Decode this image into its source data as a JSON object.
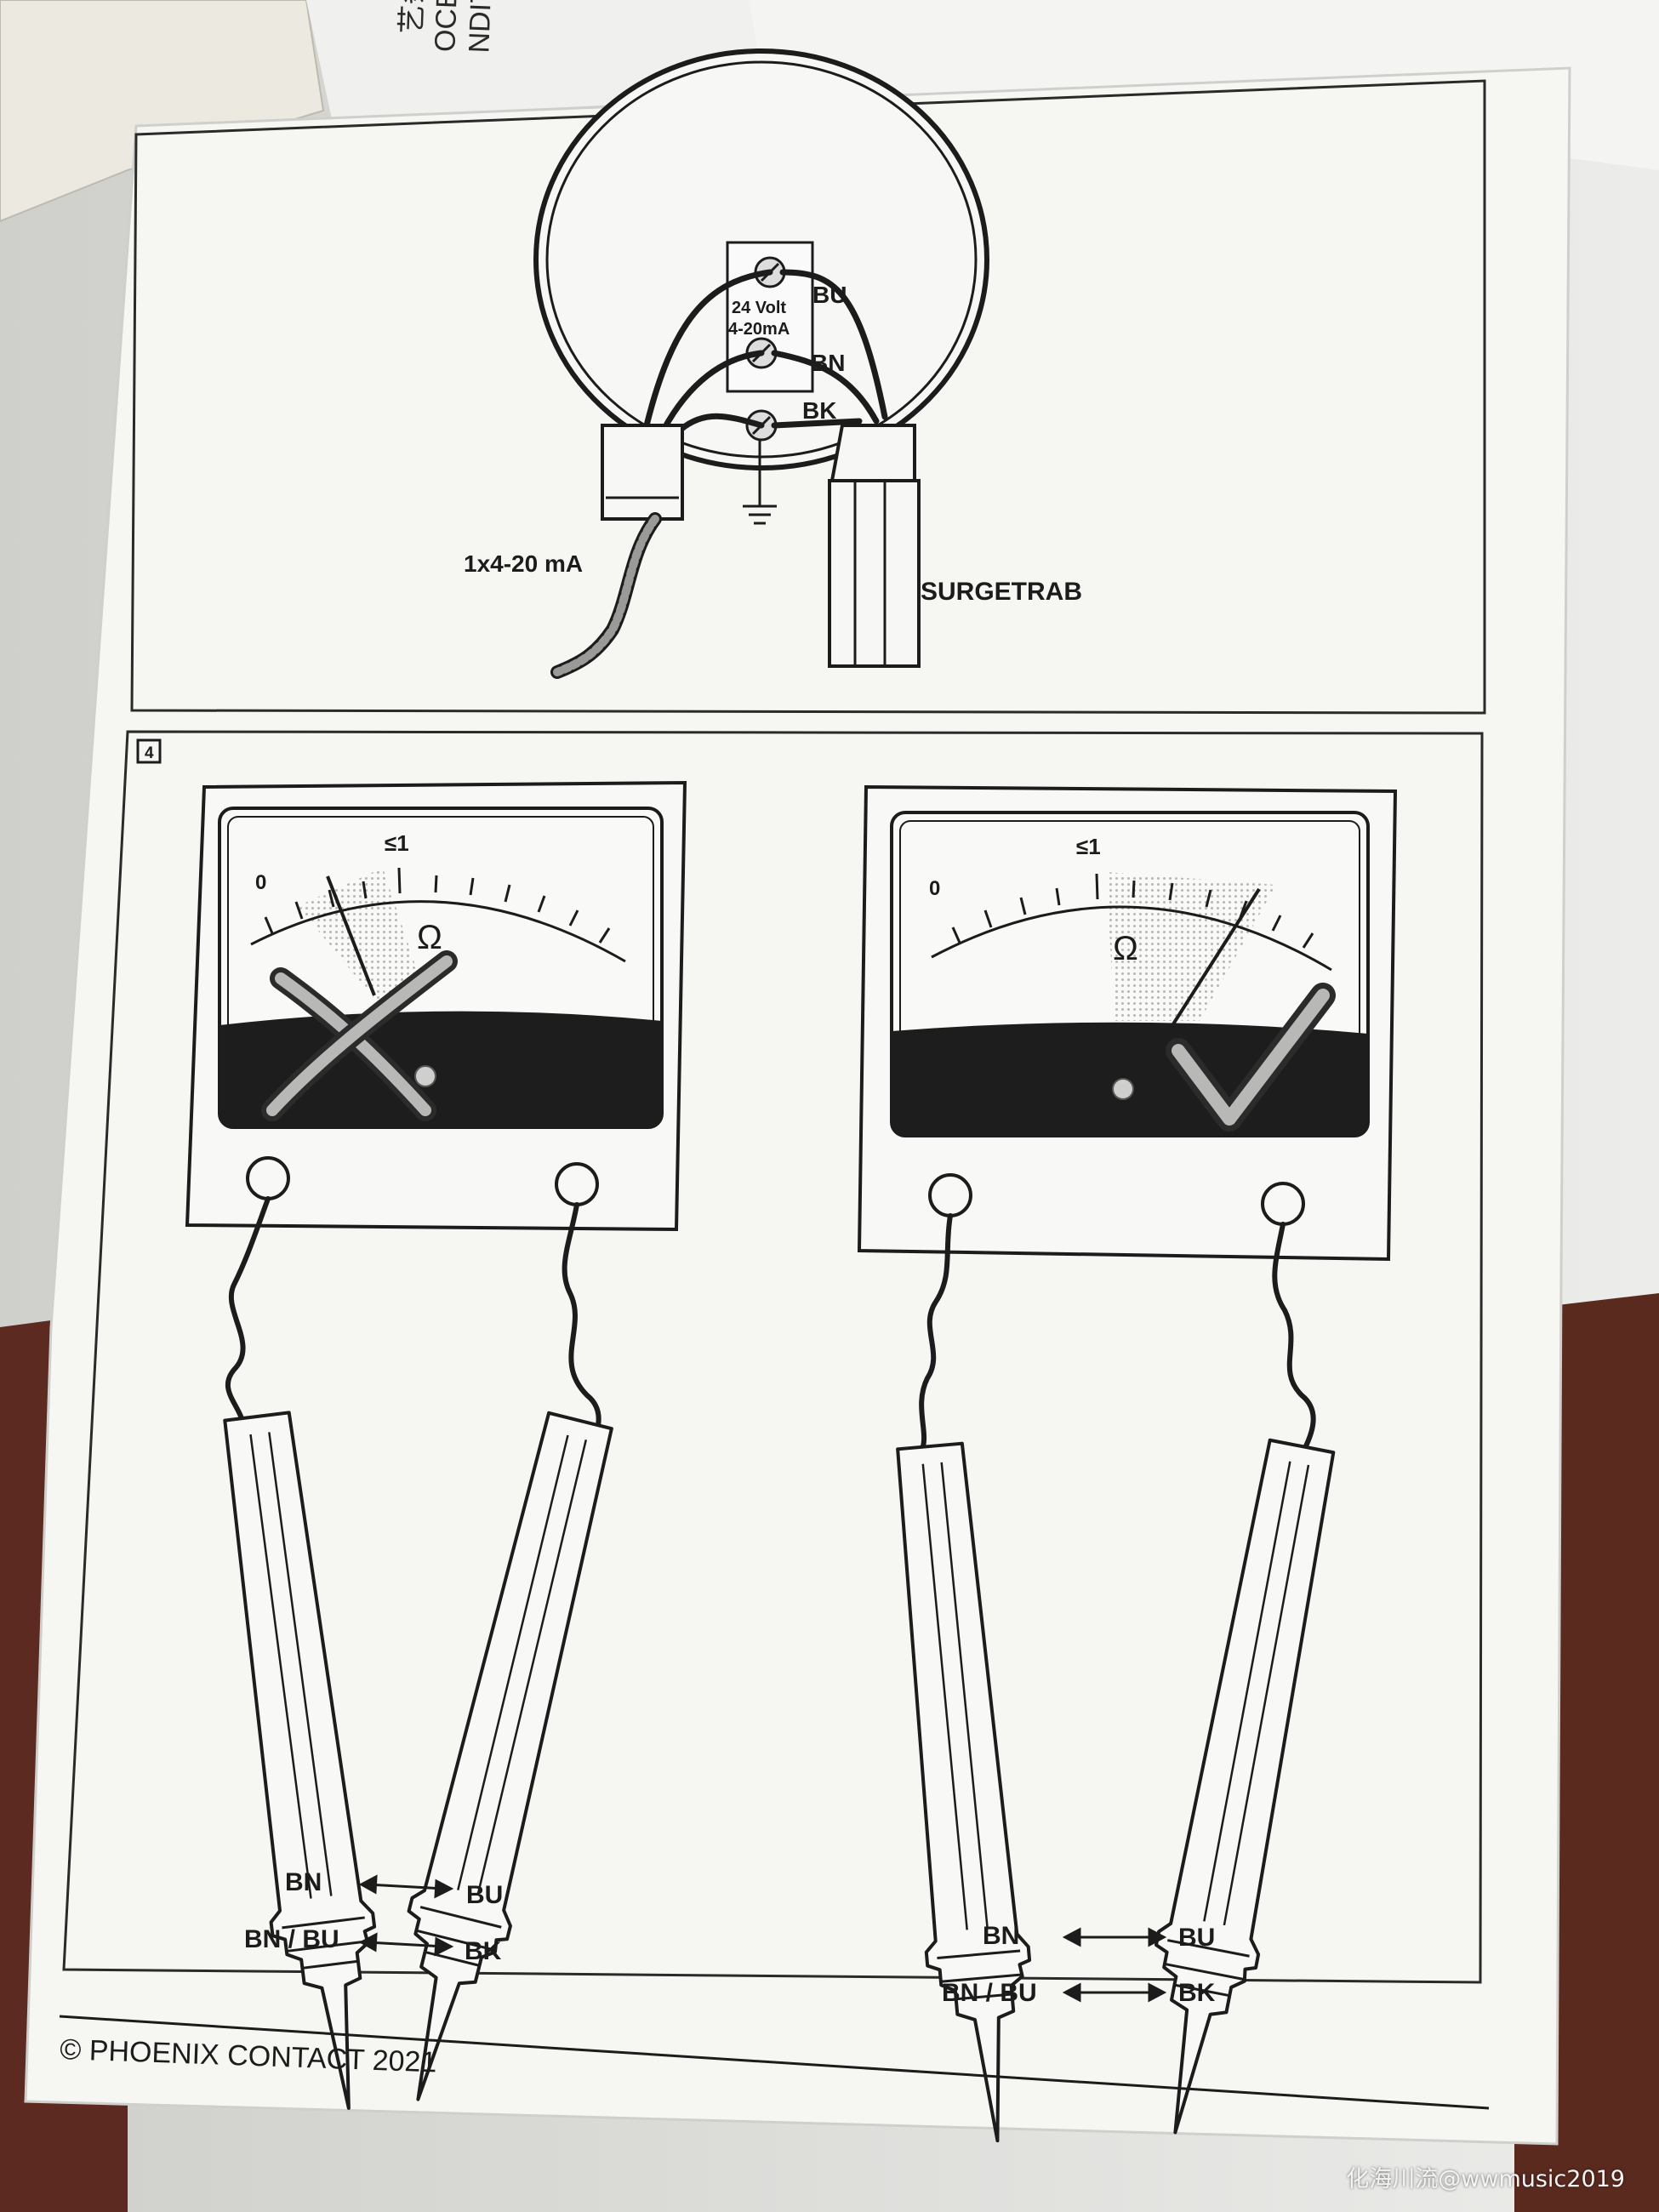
{
  "background_page": {
    "text_lines": [
      "艺条件",
      "OCESS",
      "NDITION"
    ]
  },
  "wiring_diagram": {
    "terminal_label_top": "24 Volt",
    "terminal_label_bottom": "4-20mA",
    "wire_labels": [
      "BU",
      "BN",
      "BK"
    ],
    "cable_label": "1x4-20 mA",
    "surge_label": "SURGETRAB"
  },
  "test_section": {
    "figure_number": "4",
    "meter_scale_zero": "0",
    "meter_scale_mark": "≤1",
    "meter_unit": "Ω",
    "measurements": [
      {
        "left": "BN",
        "right": "BU"
      },
      {
        "left": "BN / BU",
        "right": "BK"
      }
    ],
    "meters": [
      {
        "verdict": "incorrect",
        "needle_fraction": 0.28
      },
      {
        "verdict": "correct",
        "needle_fraction": 0.78
      }
    ]
  },
  "footer": {
    "copyright": "© PHOENIX CONTACT 2021"
  },
  "watermark": "化海川流@wwmusic2019",
  "colors": {
    "ink": "#1c1c1c",
    "paper": "#f6f6f3",
    "shade": "#c9c9c6"
  }
}
